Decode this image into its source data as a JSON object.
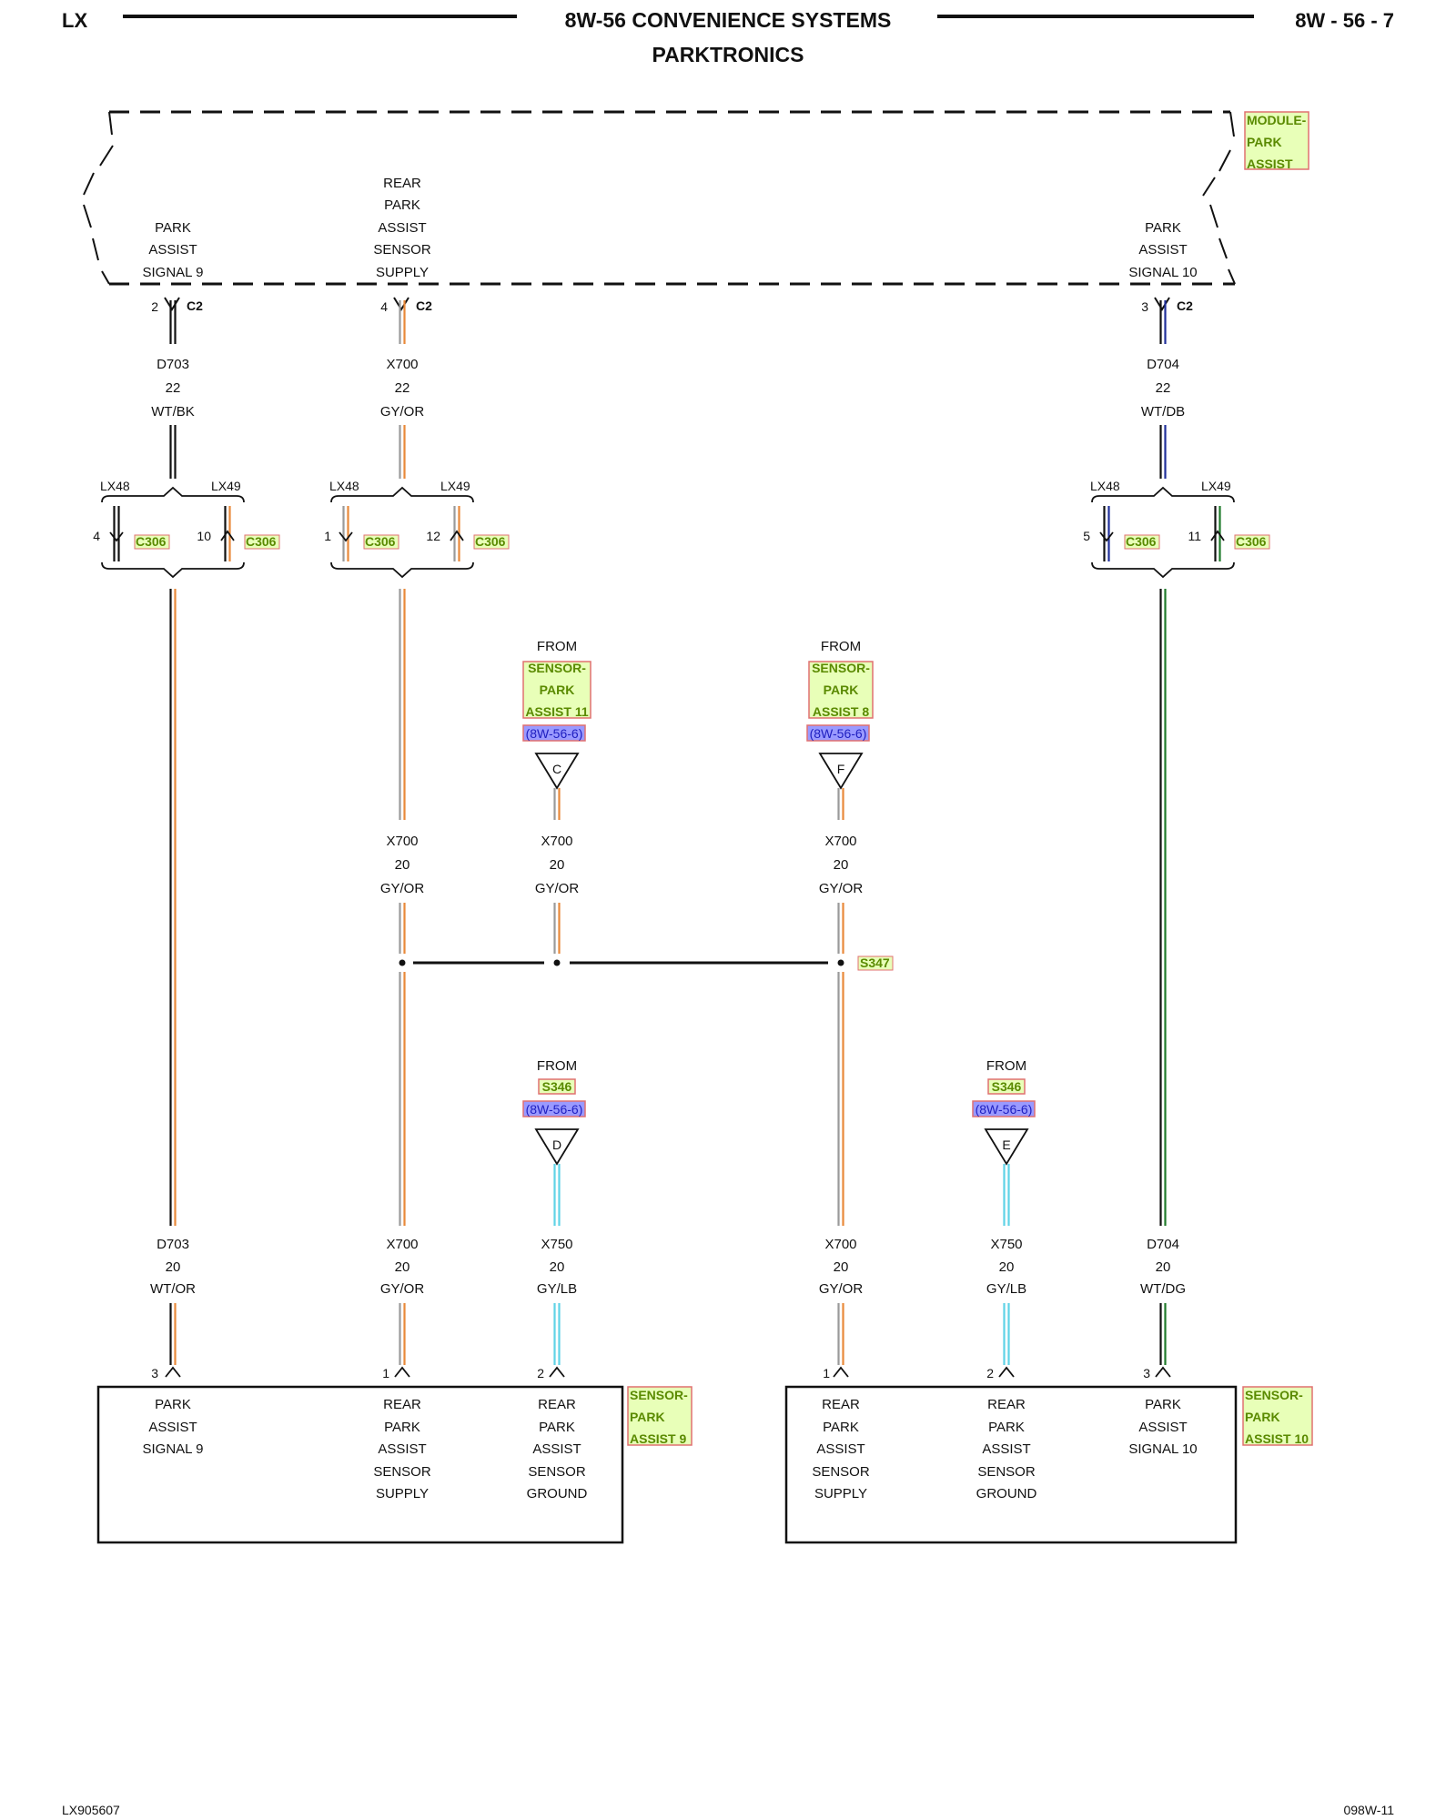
{
  "header": {
    "left": "LX",
    "title_line1": "8W-56 CONVENIENCE SYSTEMS",
    "title_line2": "PARKTRONICS",
    "right": "8W - 56 - 7"
  },
  "footer": {
    "left": "LX905607",
    "right": "098W-11"
  },
  "module": {
    "name": [
      "MODULE-",
      "PARK",
      "ASSIST"
    ],
    "pins": [
      {
        "lines": [
          "PARK",
          "ASSIST",
          "SIGNAL 9"
        ],
        "pin": "2",
        "connector": "C2"
      },
      {
        "lines": [
          "REAR",
          "PARK",
          "ASSIST",
          "SENSOR",
          "SUPPLY"
        ],
        "pin": "4",
        "connector": "C2"
      },
      {
        "lines": [
          "PARK",
          "ASSIST",
          "SIGNAL 10"
        ],
        "pin": "3",
        "connector": "C2"
      }
    ]
  },
  "upper_wires": [
    {
      "circuit": "D703",
      "gauge": "22",
      "color": "WT/BK"
    },
    {
      "circuit": "X700",
      "gauge": "22",
      "color": "GY/OR"
    },
    {
      "circuit": "D704",
      "gauge": "22",
      "color": "WT/DB"
    }
  ],
  "inline_connectors": [
    {
      "left_label": "LX48",
      "right_label": "LX49",
      "left_pin": "4",
      "right_pin": "10",
      "name": "C306"
    },
    {
      "left_label": "LX48",
      "right_label": "LX49",
      "left_pin": "1",
      "right_pin": "12",
      "name": "C306"
    },
    {
      "left_label": "LX48",
      "right_label": "LX49",
      "left_pin": "5",
      "right_pin": "11",
      "name": "C306"
    }
  ],
  "from_refs": [
    {
      "from": "FROM",
      "name": [
        "SENSOR-",
        "PARK",
        "ASSIST 11"
      ],
      "ref": "(8W-56-6)",
      "letter": "C"
    },
    {
      "from": "FROM",
      "name": [
        "SENSOR-",
        "PARK",
        "ASSIST 8"
      ],
      "ref": "(8W-56-6)",
      "letter": "F"
    },
    {
      "from": "FROM",
      "name": [
        "S346"
      ],
      "ref": "(8W-56-6)",
      "letter": "D"
    },
    {
      "from": "FROM",
      "name": [
        "S346"
      ],
      "ref": "(8W-56-6)",
      "letter": "E"
    }
  ],
  "mid_wires": [
    {
      "circuit": "X700",
      "gauge": "20",
      "color": "GY/OR"
    },
    {
      "circuit": "X700",
      "gauge": "20",
      "color": "GY/OR"
    },
    {
      "circuit": "X700",
      "gauge": "20",
      "color": "GY/OR"
    }
  ],
  "splice": "S347",
  "lower_wires": [
    {
      "circuit": "D703",
      "gauge": "20",
      "color": "WT/OR"
    },
    {
      "circuit": "X700",
      "gauge": "20",
      "color": "GY/OR"
    },
    {
      "circuit": "X750",
      "gauge": "20",
      "color": "GY/LB"
    },
    {
      "circuit": "X700",
      "gauge": "20",
      "color": "GY/OR"
    },
    {
      "circuit": "X750",
      "gauge": "20",
      "color": "GY/LB"
    },
    {
      "circuit": "D704",
      "gauge": "20",
      "color": "WT/DG"
    }
  ],
  "sensors": [
    {
      "name": [
        "SENSOR-",
        "PARK",
        "ASSIST 9"
      ],
      "pins": [
        {
          "pin": "3",
          "lines": [
            "PARK",
            "ASSIST",
            "SIGNAL 9"
          ]
        },
        {
          "pin": "1",
          "lines": [
            "REAR",
            "PARK",
            "ASSIST",
            "SENSOR",
            "SUPPLY"
          ]
        },
        {
          "pin": "2",
          "lines": [
            "REAR",
            "PARK",
            "ASSIST",
            "SENSOR",
            "GROUND"
          ]
        }
      ]
    },
    {
      "name": [
        "SENSOR-",
        "PARK",
        "ASSIST 10"
      ],
      "pins": [
        {
          "pin": "1",
          "lines": [
            "REAR",
            "PARK",
            "ASSIST",
            "SENSOR",
            "SUPPLY"
          ]
        },
        {
          "pin": "2",
          "lines": [
            "REAR",
            "PARK",
            "ASSIST",
            "SENSOR",
            "GROUND"
          ]
        },
        {
          "pin": "3",
          "lines": [
            "PARK",
            "ASSIST",
            "SIGNAL 10"
          ]
        }
      ]
    }
  ],
  "colors": {
    "orange": "#e8893a",
    "gray": "#9a9a9a",
    "black": "#111111",
    "navy": "#1f2f9a",
    "green": "#1f7a2a",
    "cyan": "#5fd3e6",
    "highlight_fill": "#e8ffb8",
    "highlight_border": "#e07070",
    "ref_fill": "#9a9aff"
  }
}
